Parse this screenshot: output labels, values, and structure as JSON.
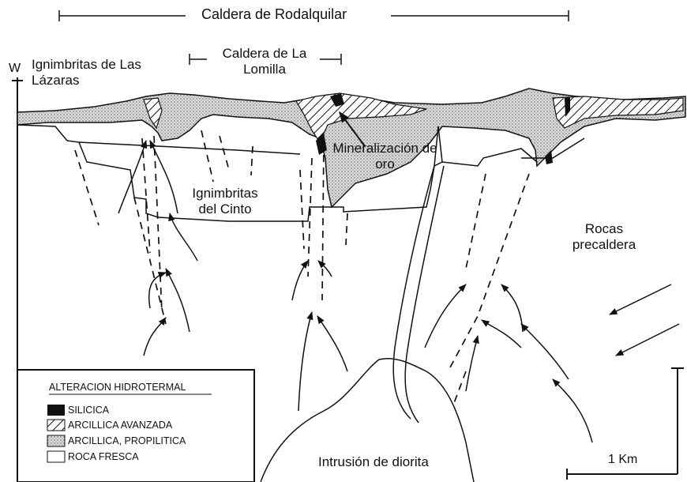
{
  "title": "Caldera de Rodalquilar",
  "subtitle": "Caldera de La Lomilla",
  "orientation": {
    "west": "W"
  },
  "labels": {
    "ignimbritas_lazaras": "Ignimbritas de Las Lázaras",
    "ignimbritas_cinto": "Ignimbritas del Cinto",
    "mineralizacion": "Mineralización de oro",
    "rocas_precaldera": "Rocas precaldera",
    "intrusion": "Intrusión de diorita"
  },
  "legend": {
    "title": "ALTERACION HIDROTERMAL",
    "items": [
      {
        "label": "SILICICA",
        "pattern": "solid-black"
      },
      {
        "label": "ARCILLICA AVANZADA",
        "pattern": "diagonal-hatch"
      },
      {
        "label": "ARCILLICA, PROPILITICA",
        "pattern": "stipple"
      },
      {
        "label": "ROCA FRESCA",
        "pattern": "blank"
      }
    ]
  },
  "scale": {
    "label": "1 Km"
  },
  "colors": {
    "ink": "#111111",
    "stipple_bg": "#d9d9d9",
    "paper": "#ffffff"
  }
}
